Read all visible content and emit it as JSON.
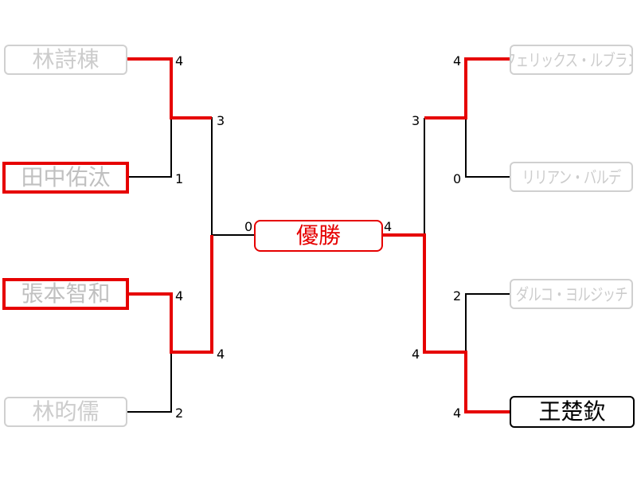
{
  "players": {
    "left_1": "林詩棟",
    "left_2": "田中佑汰",
    "left_3": "張本智和",
    "left_4": "林昀儒",
    "right_1": "フェリックス・ルブラン",
    "right_2": "リリアン・バルデ",
    "right_3": "ダルコ・ヨルジッチ",
    "right_4": "王楚欽"
  },
  "center_label": "優勝",
  "scores": {
    "left_r1_1": "4",
    "left_r1_2": "1",
    "left_r1_3": "4",
    "left_r1_4": "2",
    "left_r2_top": "3",
    "left_r2_bottom": "4",
    "final_left": "0",
    "final_right": "4",
    "right_r2_top": "3",
    "right_r2_bottom": "4",
    "right_r1_1": "4",
    "right_r1_2": "0",
    "right_r1_3": "2",
    "right_r1_4": "4"
  },
  "colors": {
    "winner_line": "#e60000",
    "normal_line": "#000000",
    "loser_text": "#cccccc"
  }
}
